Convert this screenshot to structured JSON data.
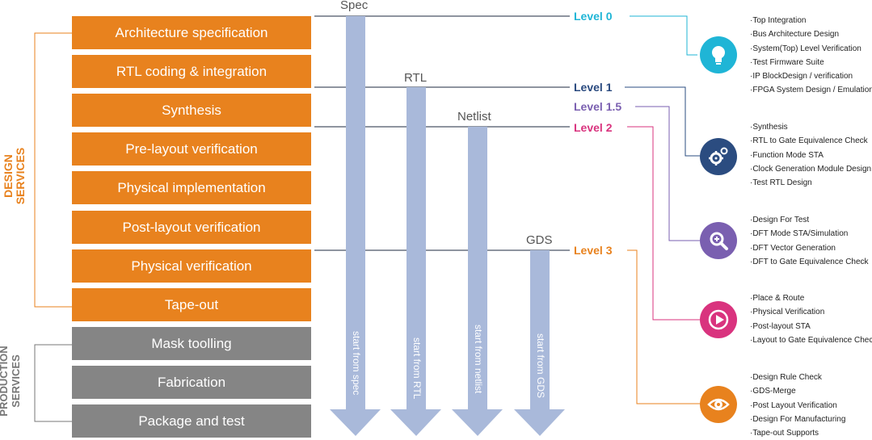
{
  "sections": {
    "design": "DESIGN\nSERVICES",
    "production": "PRODUCTION\nSERVICES"
  },
  "steps": [
    "Architecture specification",
    "RTL coding & integration",
    "Synthesis",
    "Pre-layout verification",
    "Physical implementation",
    "Post-layout verification",
    "Physical verification",
    "Tape-out",
    "Mask toolling",
    "Fabrication",
    "Package and test"
  ],
  "stages": [
    {
      "label": "Spec",
      "arrow_text": "start from spec"
    },
    {
      "label": "RTL",
      "arrow_text": "start from RTL"
    },
    {
      "label": "Netlist",
      "arrow_text": "start from netlist"
    },
    {
      "label": "GDS",
      "arrow_text": "start from GDS"
    }
  ],
  "levels": [
    {
      "label": "Level 0",
      "color": "#1fb5d6"
    },
    {
      "label": "Level 1",
      "color": "#2a4a7f"
    },
    {
      "label": "Level 1.5",
      "color": "#7a5fb0"
    },
    {
      "label": "Level 2",
      "color": "#d9337e"
    },
    {
      "label": "Level 3",
      "color": "#e8821e"
    }
  ],
  "groups": [
    {
      "icon": "lightbulb-icon",
      "color": "#1fb5d6",
      "items": [
        "·Top Integration",
        "·Bus Architecture Design",
        "·System(Top) Level Verification",
        "·Test Firmware Suite",
        "·IP BlockDesign / verification",
        "·FPGA System Design / Emulation"
      ]
    },
    {
      "icon": "gears-icon",
      "color": "#2b4c80",
      "items": [
        "·Synthesis",
        "·RTL to Gate Equivalence Check",
        "·Function Mode STA",
        "·Clock Generation Module Design",
        "·Test RTL Design"
      ]
    },
    {
      "icon": "magnifier-icon",
      "color": "#7a5fb0",
      "items": [
        "·Design For Test",
        "·DFT Mode STA/Simulation",
        "·DFT Vector Generation",
        "·DFT to Gate Equivalence Check"
      ]
    },
    {
      "icon": "play-icon",
      "color": "#d9337e",
      "items": [
        "·Place & Route",
        "·Physical Verification",
        "·Post-layout STA",
        "·Layout to Gate Equivalence Check"
      ]
    },
    {
      "icon": "eye-icon",
      "color": "#e8821e",
      "items": [
        "·Design Rule Check",
        "·GDS-Merge",
        "·Post Layout Verification",
        "·Design For Manufacturing",
        "·Tape-out Supports"
      ]
    }
  ]
}
